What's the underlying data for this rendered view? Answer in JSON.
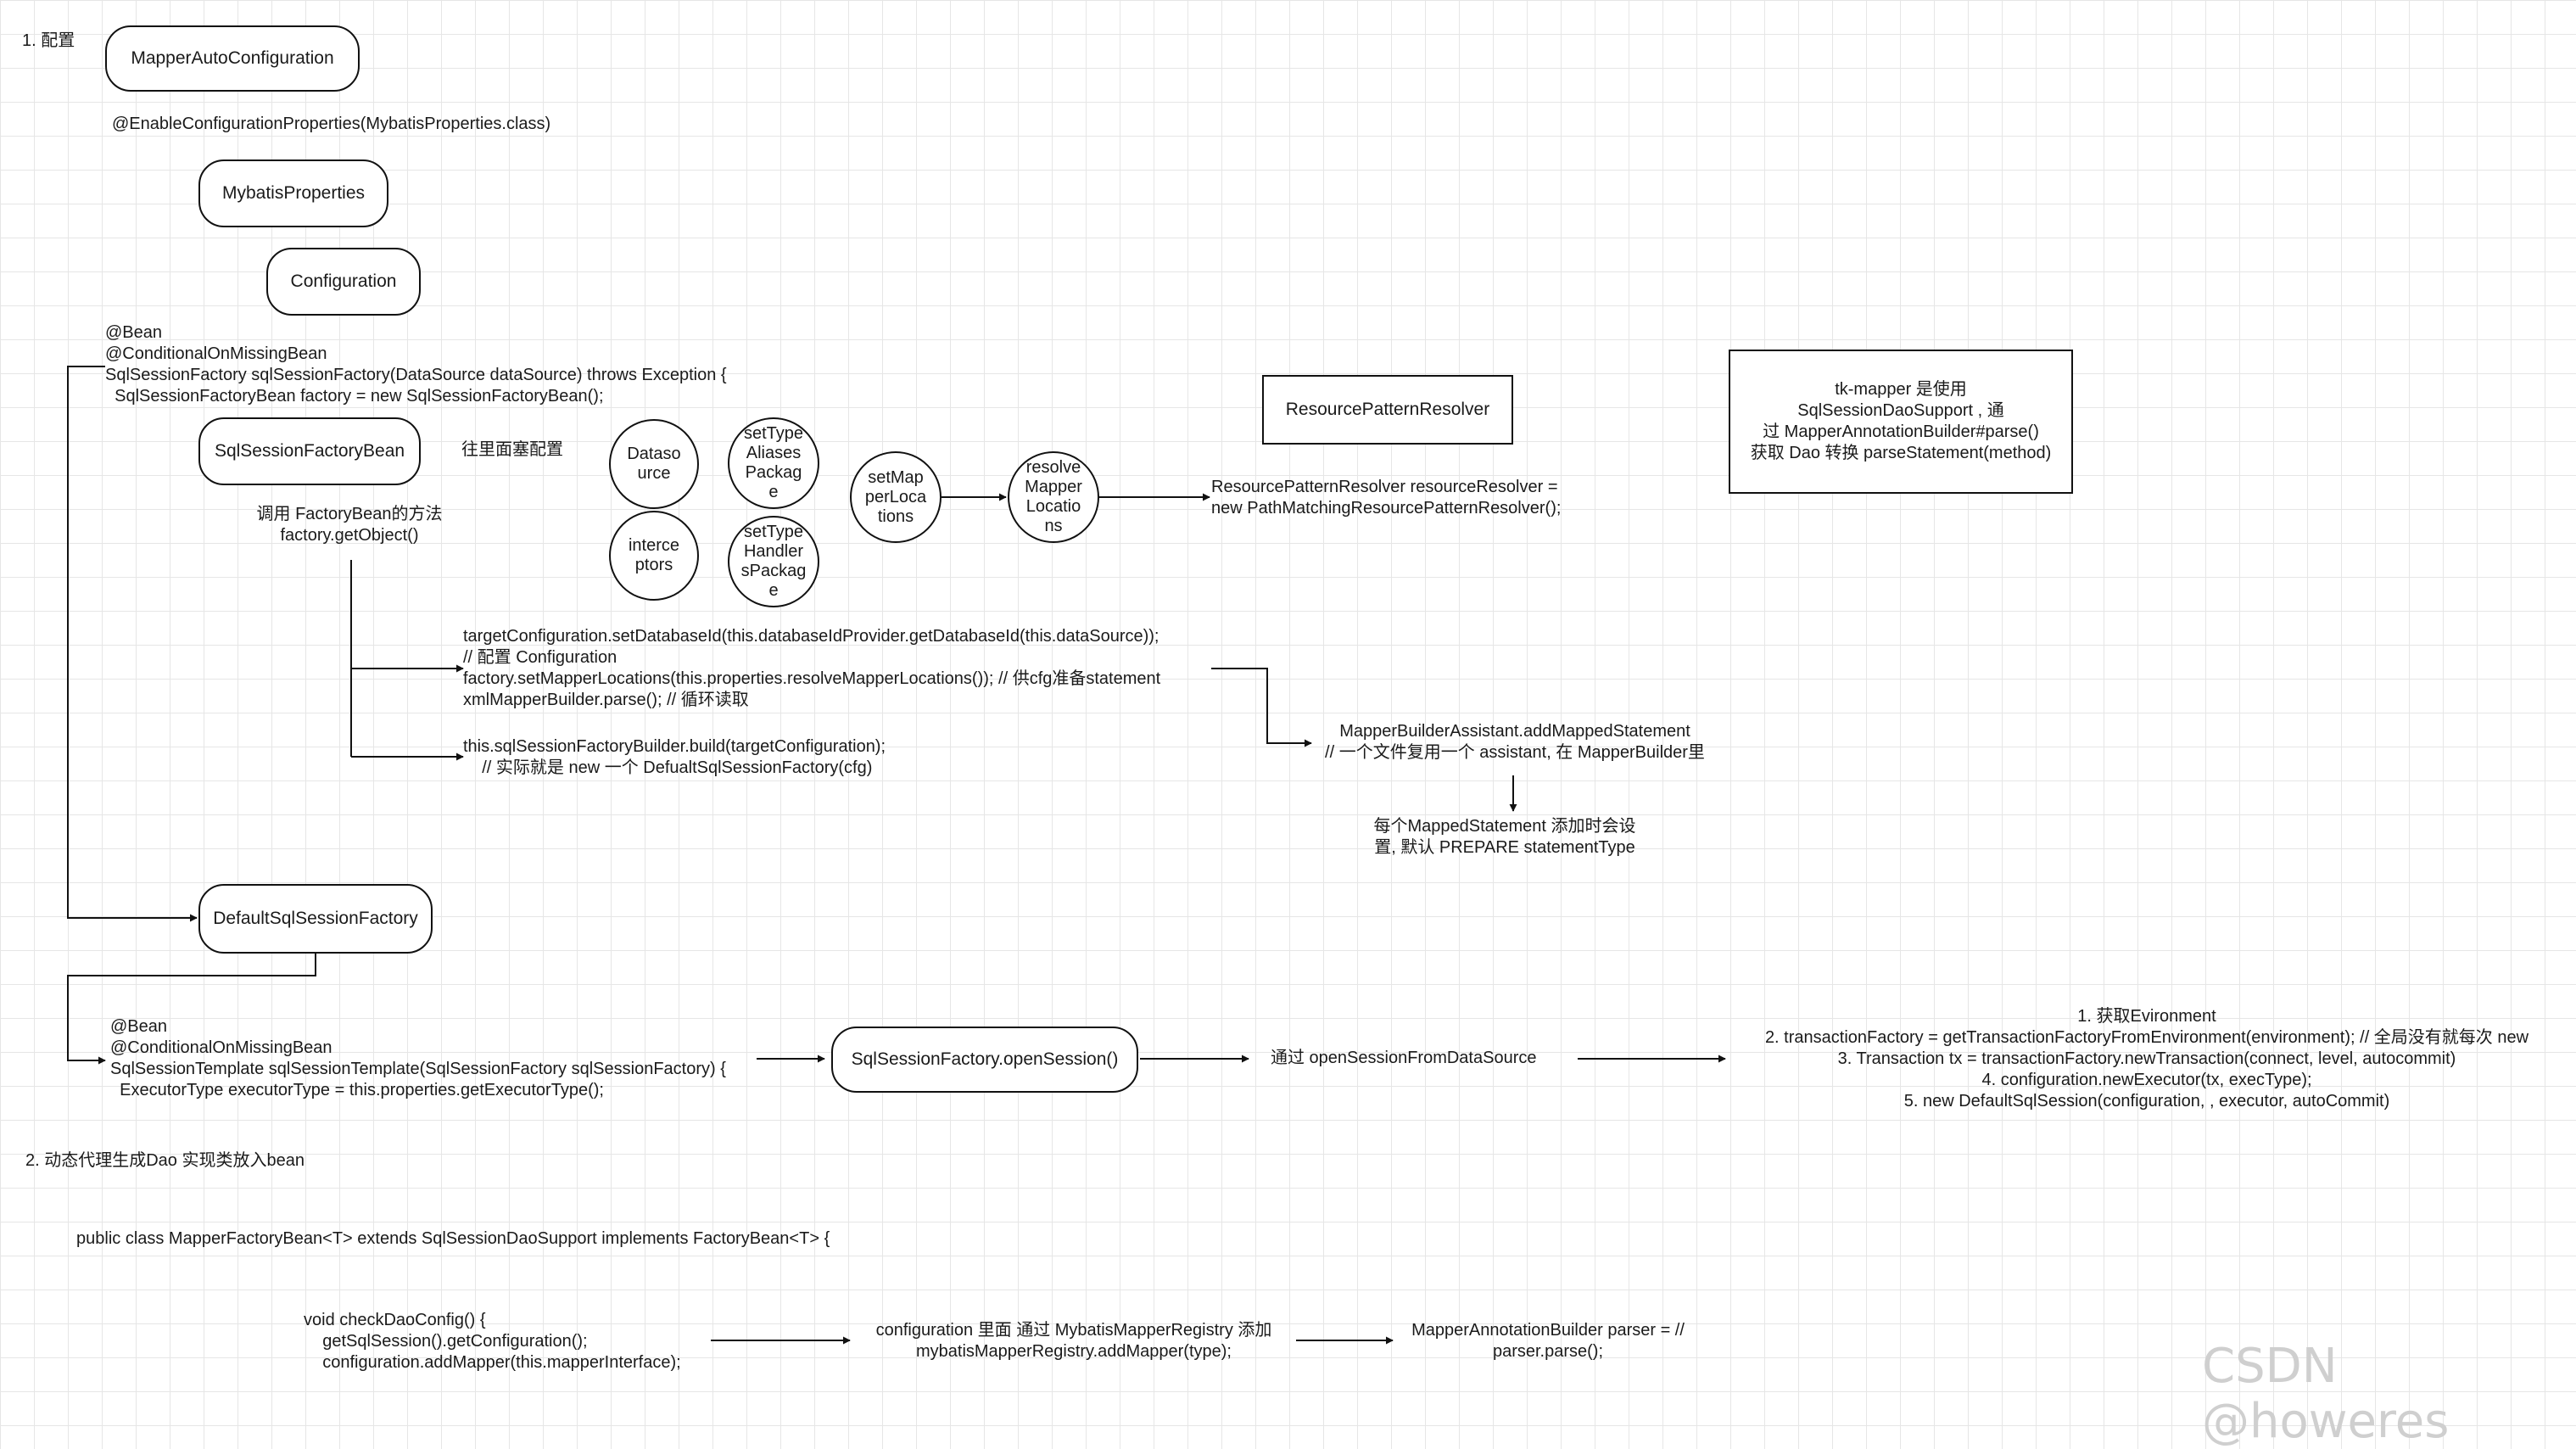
{
  "sections": {
    "config": "1. 配置",
    "proxy": "2. 动态代理生成Dao 实现类放入bean"
  },
  "nodes": {
    "mapper_auto_config": "MapperAutoConfiguration",
    "mybatis_properties": "MybatisProperties",
    "configuration": "Configuration",
    "sql_session_factory_bean": "SqlSessionFactoryBean",
    "default_sql_session_factory": "DefaultSqlSessionFactory",
    "open_session": "SqlSessionFactory.openSession()",
    "resource_pattern_resolver": "ResourcePatternResolver",
    "datasource": "Dataso\nurce",
    "interceptors": "interce\nptors",
    "set_type_aliases_package": "setType\nAliases\nPackag\ne",
    "set_type_handlers_package": "setType\nHandler\nsPackag\ne",
    "set_mapper_locations": "setMap\nperLoca\ntions",
    "resolve_mapper_locations": "resolve\nMapper\nLocatio\nns",
    "tk_mapper_note": "tk-mapper 是使用\nSqlSessionDaoSupport , 通\n过 MapperAnnotationBuilder#parse()\n获取 Dao 转换 parseStatement(method)"
  },
  "texts": {
    "enable_config_props": "@EnableConfigurationProperties(MybatisProperties.class)",
    "bean_sql_session_factory": "@Bean\n@ConditionalOnMissingBean\nSqlSessionFactory sqlSessionFactory(DataSource dataSource) throws Exception {\n  SqlSessionFactoryBean factory = new SqlSessionFactoryBean();",
    "configure_inside": "往里面塞配置",
    "call_factory_bean": "调用 FactoryBean的方法\nfactory.getObject()",
    "resolver_new": "ResourcePatternResolver resourceResolver =\nnew PathMatchingResourcePatternResolver();",
    "target_configuration": "targetConfiguration.setDatabaseId(this.databaseIdProvider.getDatabaseId(this.dataSource));\n// 配置 Configuration\nfactory.setMapperLocations(this.properties.resolveMapperLocations()); // 供cfg准备statement\nxmlMapperBuilder.parse(); // 循环读取",
    "build_factory": "this.sqlSessionFactoryBuilder.build(targetConfiguration);\n    // 实际就是 new 一个 DefualtSqlSessionFactory(cfg)",
    "builder_assistant": "MapperBuilderAssistant.addMappedStatement\n// 一个文件复用一个 assistant, 在 MapperBuilder里",
    "mapped_statement_note": "每个MappedStatement 添加时会设\n置, 默认 PREPARE statementType",
    "bean_sql_session_template": "@Bean\n@ConditionalOnMissingBean\nSqlSessionTemplate sqlSessionTemplate(SqlSessionFactory sqlSessionFactory) {\n  ExecutorType executorType = this.properties.getExecutorType();",
    "open_from_datasource": "通过 openSessionFromDataSource",
    "open_steps": "1. 获取Evironment\n2. transactionFactory = getTransactionFactoryFromEnvironment(environment); // 全局没有就每次 new\n3. Transaction tx = transactionFactory.newTransaction(connect, level, autocommit)\n4. configuration.newExecutor(tx, execType);\n5. new DefaultSqlSession(configuration, , executor, autoCommit)",
    "mapper_factory_bean": "public class MapperFactoryBean<T> extends SqlSessionDaoSupport implements FactoryBean<T> {",
    "check_dao_config": "void checkDaoConfig() {\n    getSqlSession().getConfiguration();\n    configuration.addMapper(this.mapperInterface);",
    "registry_add": "configuration 里面 通过 MybatisMapperRegistry 添加\nmybatisMapperRegistry.addMapper(type);",
    "annotation_builder": "MapperAnnotationBuilder parser = //\nparser.parse();",
    "watermark": "CSDN @howeres"
  }
}
